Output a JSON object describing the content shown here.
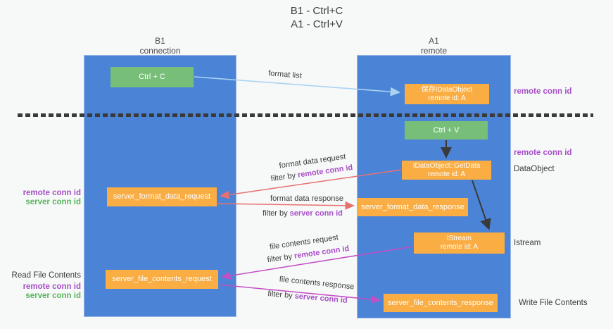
{
  "title": {
    "line1": "B1 - Ctrl+C",
    "line2": "A1 - Ctrl+V"
  },
  "lanes": {
    "left": {
      "title": "B1",
      "subtitle": "connection"
    },
    "right": {
      "title": "A1",
      "subtitle": "remote"
    }
  },
  "boxes": {
    "ctrl_c": {
      "label": "Ctrl + C"
    },
    "ctrl_v": {
      "label": "Ctrl + V"
    },
    "save_dataobject": {
      "line1": "保存IDataObject",
      "line2": "remote id: A"
    },
    "getdata": {
      "line1": "IDataObject::GetData",
      "line2": "remote id: A"
    },
    "istream": {
      "line1": "IStream",
      "line2": "remote id: A"
    },
    "server_format_data_request": {
      "label": "server_format_data_request"
    },
    "server_format_data_response": {
      "label": "server_format_data_response"
    },
    "server_file_contents_request": {
      "label": "server_file_contents_request"
    },
    "server_file_contents_response": {
      "label": "server_file_contents_response"
    }
  },
  "arrow_labels": {
    "format_list": "format list",
    "format_data_request": "format data request",
    "format_data_response": "format data response",
    "file_contents_request": "file contents request",
    "file_contents_response": "file contents response",
    "filter_prefix": "filter by ",
    "remote_conn_id": "remote conn id",
    "server_conn_id": "server conn id"
  },
  "annotations": {
    "left": {
      "remote_conn_id_1": "remote conn id",
      "server_conn_id_1": "server conn id",
      "read_file_contents": "Read File Contents",
      "remote_conn_id_2": "remote conn id",
      "server_conn_id_2": "server conn id"
    },
    "right": {
      "remote_conn_id_1": "remote conn id",
      "remote_conn_id_2": "remote conn id",
      "dataobject": "DataObject",
      "istream": "Istream",
      "write_file_contents": "Write File Contents"
    }
  },
  "colors": {
    "lane_blue": "#4b84d7",
    "box_green": "#77bf78",
    "box_orange": "#f9ad42",
    "arrow_light_blue": "#aad4f2",
    "arrow_salmon": "#e87170",
    "arrow_magenta": "#c44ec4",
    "arrow_black": "#3a3a3a",
    "text_purple": "#a64fc6",
    "text_green": "#57b65c"
  }
}
